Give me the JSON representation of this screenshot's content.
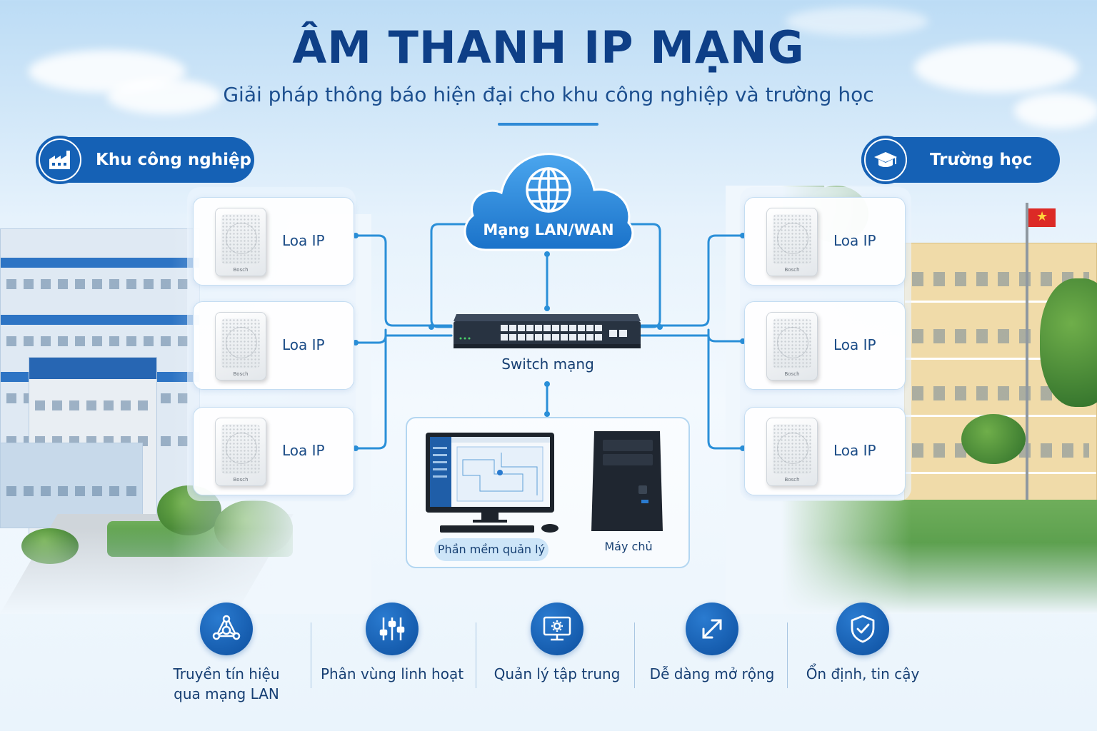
{
  "header": {
    "title": "ÂM THANH IP MẠNG",
    "subtitle": "Giải pháp thông báo hiện đại cho khu công nghiệp và trường học"
  },
  "categories": {
    "left": {
      "label": "Khu công nghiệp",
      "icon": "factory-icon"
    },
    "right": {
      "label": "Trường học",
      "icon": "graduation-cap-icon"
    }
  },
  "speakers": {
    "left": [
      {
        "label": "Loa IP"
      },
      {
        "label": "Loa IP"
      },
      {
        "label": "Loa IP"
      }
    ],
    "right": [
      {
        "label": "Loa IP"
      },
      {
        "label": "Loa IP"
      },
      {
        "label": "Loa IP"
      }
    ]
  },
  "network": {
    "cloud_label": "Mạng LAN/WAN",
    "cloud_icon": "globe-icon",
    "switch_label": "Switch mạng"
  },
  "control": {
    "software_label": "Phần mềm quản lý",
    "server_label": "Máy chủ"
  },
  "features": [
    {
      "label": "Truyền tín hiệu qua mạng LAN",
      "line1": "Truyền tín hiệu",
      "line2": "qua mạng LAN",
      "icon": "network-nodes-icon"
    },
    {
      "label": "Phân vùng linh hoạt",
      "icon": "sliders-icon"
    },
    {
      "label": "Quản lý tập trung",
      "icon": "monitor-gear-icon"
    },
    {
      "label": "Dễ dàng mở rộng",
      "icon": "expand-arrows-icon"
    },
    {
      "label": "Ổn định, tin cậy",
      "icon": "shield-check-icon"
    }
  ],
  "colors": {
    "primary": "#1561b5",
    "title": "#0e3f87",
    "line": "#2a8fd8",
    "flag_red": "#dc2a26"
  }
}
